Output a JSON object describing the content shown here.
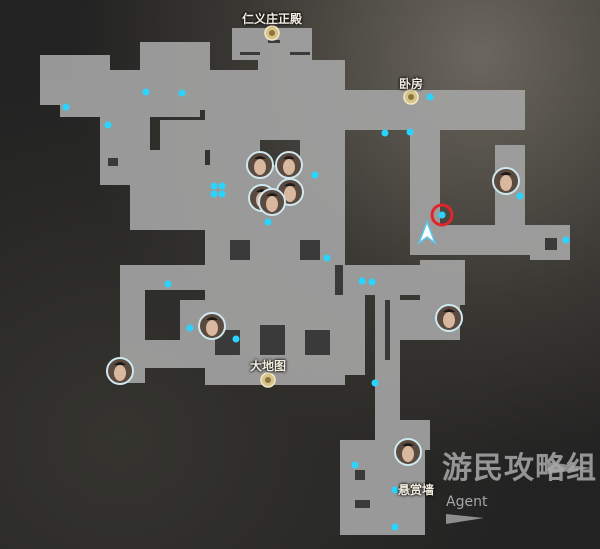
{
  "map": {
    "locations": [
      {
        "name": "仁义庄正殿",
        "icon": "waypoint-icon"
      },
      {
        "name": "卧房",
        "icon": "waypoint-icon"
      },
      {
        "name": "大地图",
        "icon": "waypoint-icon"
      },
      {
        "name": "悬赏墙",
        "icon": "none"
      }
    ],
    "markers": {
      "collectible": "cyan-dot-icon",
      "npc": "portrait-icon",
      "target": "red-circle-icon",
      "player": "player-arrow-icon"
    },
    "colors": {
      "floor": "#a3a3a3",
      "collectible": "#2ad4ff",
      "target": "#e0262b",
      "player": "#ffffff",
      "label": "#f3ede0"
    }
  },
  "watermark": {
    "text": "游民攻略组",
    "subtext": "Agent"
  }
}
